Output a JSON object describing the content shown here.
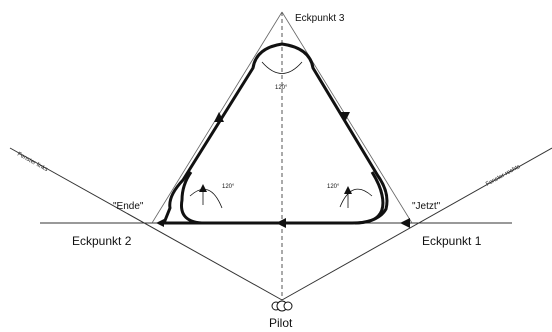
{
  "labels": {
    "corner3": "Eckpunkt 3",
    "corner2": "Eckpunkt 2",
    "corner1": "Eckpunkt 1",
    "pilot": "Pilot",
    "end": "\"Ende\"",
    "now": "\"Jetzt\"",
    "window_left": "Fenster links",
    "window_right": "Fenster rechts"
  },
  "angles": {
    "top": "120°",
    "left": "120°",
    "right": "120°"
  },
  "colors": {
    "line": "#111111",
    "guide": "#777777"
  }
}
